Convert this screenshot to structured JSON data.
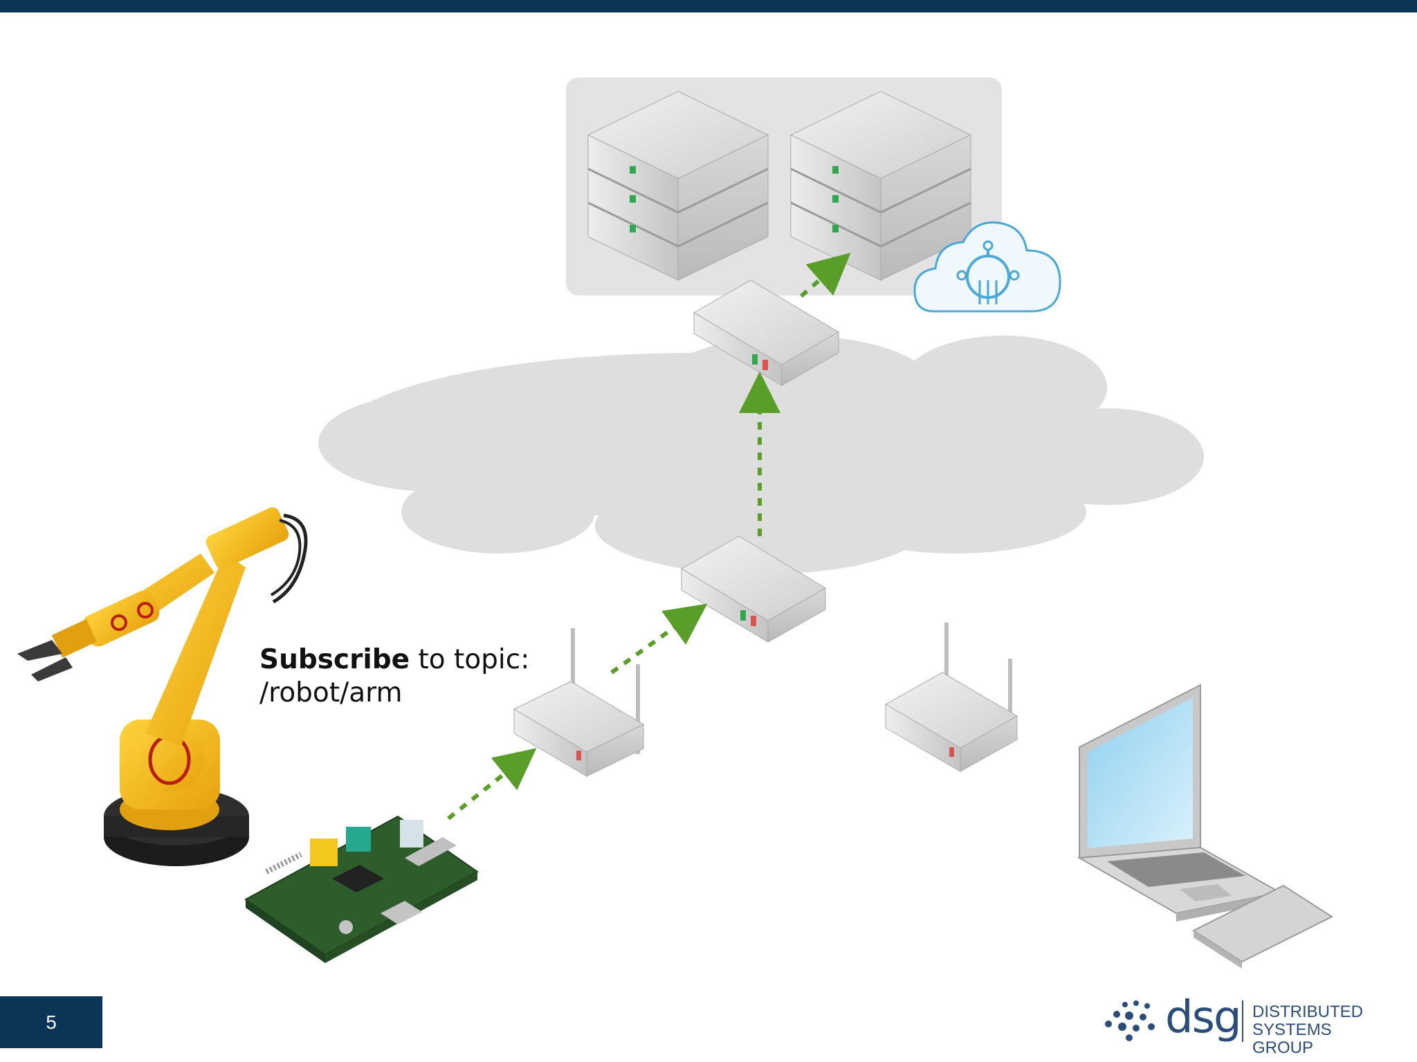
{
  "slide": {
    "page_number": "5",
    "caption_bold": "Subscribe",
    "caption_rest": " to topic:",
    "caption_topic": "/robot/arm"
  },
  "logo": {
    "word": "dsg",
    "line1": "DISTRIBUTED",
    "line2": "SYSTEMS GROUP"
  },
  "colors": {
    "header": "#0a3557",
    "arrow": "#5a9e2a",
    "cloud": "#dedede",
    "robot": "#f4b414",
    "cloud_icon": "#4aa8d8"
  }
}
